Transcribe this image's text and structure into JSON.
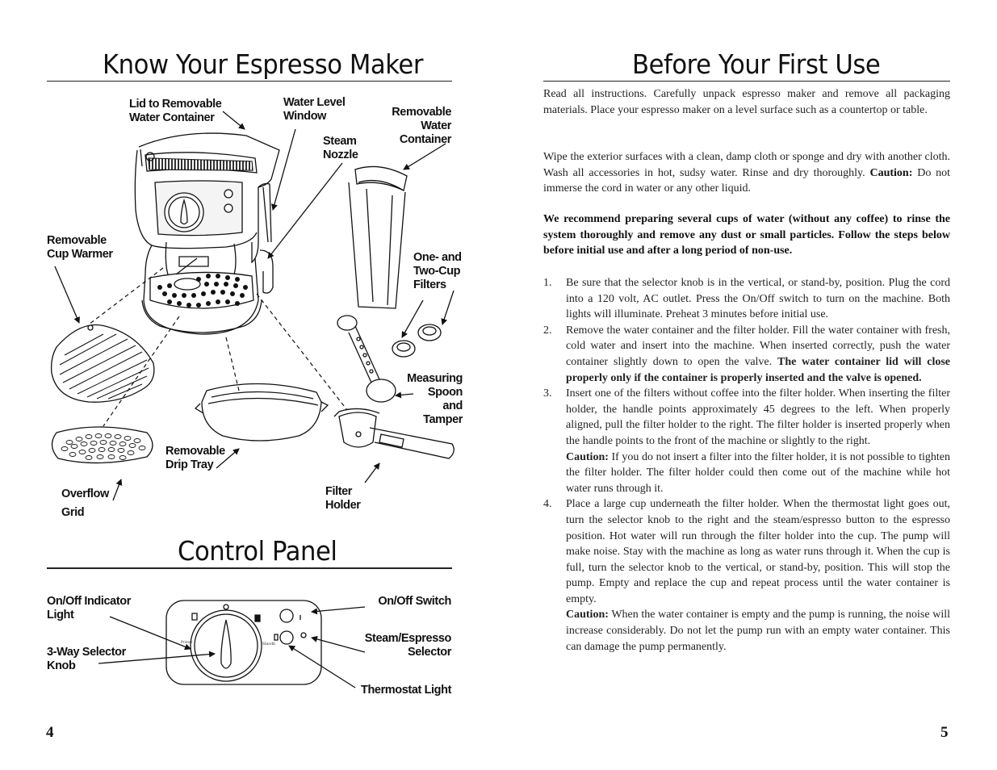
{
  "left": {
    "title": "Know Your Espresso Maker",
    "labels": {
      "lid": [
        "Lid to Removable",
        "Water Container"
      ],
      "water_window": [
        "Water Level",
        "Window"
      ],
      "removable_container": [
        "Removable",
        "Water",
        "Container"
      ],
      "steam_nozzle": [
        "Steam",
        "Nozzle"
      ],
      "cup_warmer": [
        "Removable",
        "Cup Warmer"
      ],
      "filters": [
        "One- and",
        "Two-Cup",
        "Filters"
      ],
      "spoon": [
        "Measuring",
        "Spoon",
        "and",
        "Tamper"
      ],
      "drip_tray": [
        "Removable",
        "Drip Tray"
      ],
      "overflow": [
        "Overflow",
        "Grid"
      ],
      "filter_holder": [
        "Filter",
        "Holder"
      ]
    },
    "control_title": "Control Panel",
    "control_labels": {
      "indicator": [
        "On/Off Indicator",
        "Light"
      ],
      "selector_knob": [
        "3-Way Selector",
        "Knob"
      ],
      "onoff_switch": "On/Off Switch",
      "steam_selector": [
        "Steam/Espresso",
        "Selector"
      ],
      "thermostat": "Thermostat Light"
    },
    "panel_text": {
      "left": "Primer",
      "right": "Standb"
    },
    "page_number": "4"
  },
  "right": {
    "title": "Before Your First Use",
    "intro": "Read all instructions. Carefully unpack espresso maker and remove all packaging materials. Place your espresso maker on a level surface such as a countertop or table.",
    "wipe": "Wipe the exterior surfaces with a clean, damp cloth or sponge and dry with another cloth.  Wash all accessories in hot, sudsy water. Rinse and dry thoroughly.",
    "wipe_caution_label": "Caution:",
    "wipe_caution": "Do not immerse the cord in water or any other liquid.",
    "recommend": "We recommend preparing several cups of water (without any coffee) to rinse the system thoroughly and remove any dust or small particles. Follow the steps below before initial use and after a long period of non-use.",
    "steps": [
      {
        "num": "1.",
        "text": "Be sure that the selector knob is in the vertical, or stand-by, position. Plug the cord into a 120 volt, AC outlet. Press the On/Off switch to turn on the machine. Both lights will illuminate. Preheat 3 minutes before initial use."
      },
      {
        "num": "2.",
        "text": "Remove the water container and the filter holder. Fill the water container with fresh, cold water and insert into the machine. When inserted correctly, push the water container slightly down to open the valve.",
        "bold": "The water container lid will close properly only if the container is properly inserted and the valve is opened."
      },
      {
        "num": "3.",
        "text": "Insert one of the filters without coffee into the filter holder. When inserting the filter holder, the handle points approximately 45 degrees to the left. When properly aligned, pull the filter holder to the right. The filter holder is inserted properly when the handle points to the front of the machine or slightly to the right.",
        "caution_label": "Caution:",
        "caution": "If you do not insert a filter into the filter holder, it is not possible to tighten the filter holder. The filter holder could then come out of the machine while hot water runs through it."
      },
      {
        "num": "4.",
        "text": "Place a large cup underneath the filter holder. When the thermostat light goes out, turn the selector knob to the right and the steam/espresso button to the espresso position. Hot water will run through the filter holder into the cup. The pump will make noise. Stay with the machine as long as water runs through it. When the cup is full, turn the selector knob to the vertical, or stand-by, position. This will stop the pump. Empty and replace the cup and repeat process until the water container is empty.",
        "caution_label": "Caution:",
        "caution": "When the water container is empty and the pump is running, the noise will increase considerably. Do not let the pump run with an empty water container. This can damage the pump permanently."
      }
    ],
    "page_number": "5"
  }
}
